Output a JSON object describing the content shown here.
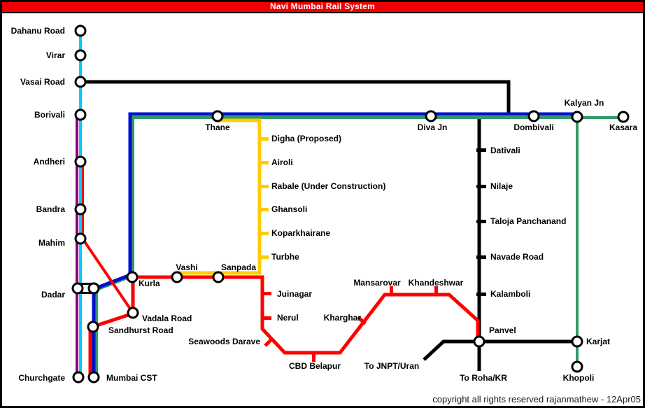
{
  "title": "Navi Mumbai Rail System",
  "footer": {
    "copyright": "copyright all rights reserved rajanmathew - 12Apr05"
  },
  "colors": {
    "title_bg": "#EE0000",
    "cyan": "#00CCFF",
    "purple": "#880088",
    "red": "#FF0000",
    "blue": "#0011CC",
    "green": "#339966",
    "yellow": "#FFCC00",
    "black": "#000000",
    "station_fill": "#FFFFFF"
  },
  "stations": {
    "dahanu_road": {
      "label": "Dahanu Road"
    },
    "virar": {
      "label": "Virar"
    },
    "vasai_road": {
      "label": "Vasai Road"
    },
    "borivali": {
      "label": "Borivali"
    },
    "andheri": {
      "label": "Andheri"
    },
    "bandra": {
      "label": "Bandra"
    },
    "mahim": {
      "label": "Mahim"
    },
    "dadar": {
      "label": "Dadar"
    },
    "churchgate": {
      "label": "Churchgate"
    },
    "mumbai_cst": {
      "label": "Mumbai CST"
    },
    "thane": {
      "label": "Thane"
    },
    "diva_jn": {
      "label": "Diva Jn"
    },
    "dombivali": {
      "label": "Dombivali"
    },
    "kalyan_jn": {
      "label": "Kalyan Jn"
    },
    "kasara": {
      "label": "Kasara"
    },
    "digha": {
      "label": "Digha (Proposed)"
    },
    "airoli": {
      "label": "Airoli"
    },
    "rabale": {
      "label": "Rabale (Under Construction)"
    },
    "ghansoli": {
      "label": "Ghansoli"
    },
    "koparkhairane": {
      "label": "Koparkhairane"
    },
    "turbhe": {
      "label": "Turbhe"
    },
    "kurla": {
      "label": "Kurla"
    },
    "vashi": {
      "label": "Vashi"
    },
    "sanpada": {
      "label": "Sanpada"
    },
    "vadala_road": {
      "label": "Vadala Road"
    },
    "sandhurst_road": {
      "label": "Sandhurst Road"
    },
    "juinagar": {
      "label": "Juinagar"
    },
    "nerul": {
      "label": "Nerul"
    },
    "seawoods_darave": {
      "label": "Seawoods Darave"
    },
    "cbd_belapur": {
      "label": "CBD Belapur"
    },
    "kharghar": {
      "label": "Kharghar"
    },
    "mansarovar": {
      "label": "Mansarovar"
    },
    "khandeshwar": {
      "label": "Khandeshwar"
    },
    "dativali": {
      "label": "Dativali"
    },
    "nilaje": {
      "label": "Nilaje"
    },
    "taloja_panchanand": {
      "label": "Taloja Panchanand"
    },
    "navade_road": {
      "label": "Navade Road"
    },
    "kalamboli": {
      "label": "Kalamboli"
    },
    "panvel": {
      "label": "Panvel"
    },
    "karjat": {
      "label": "Karjat"
    },
    "khopoli": {
      "label": "Khopoli"
    },
    "to_jnpt_uran": {
      "label": "To JNPT/Uran"
    },
    "to_roha_kr": {
      "label": "To Roha/KR"
    }
  }
}
